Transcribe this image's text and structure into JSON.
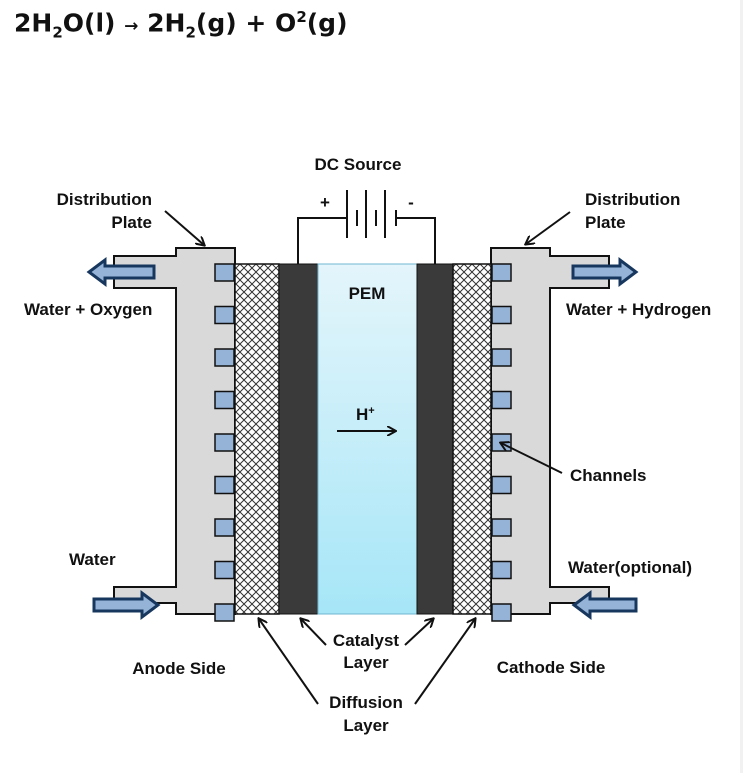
{
  "equation": {
    "reactant_coef": "2H",
    "reactant_sub": "2",
    "reactant_rest": "O(l)",
    "arrow": "→",
    "product1_coef": "2H",
    "product1_sub": "2",
    "product1_rest": "(g)",
    "plus": "+",
    "product2_base": "O",
    "product2_sup": "2",
    "product2_rest": "(g)"
  },
  "labels": {
    "dc_source": "DC Source",
    "plus_terminal": "+",
    "minus_terminal": "-",
    "distribution_plate_left_line1": "Distribution",
    "distribution_plate_left_line2": "Plate",
    "distribution_plate_right_line1": "Distribution",
    "distribution_plate_right_line2": "Plate",
    "water_oxygen": "Water + Oxygen",
    "water_hydrogen": "Water + Hydrogen",
    "pem": "PEM",
    "proton": "H",
    "proton_sup": "+",
    "channels": "Channels",
    "water_in": "Water",
    "water_optional": "Water(optional)",
    "anode_side": "Anode Side",
    "cathode_side": "Cathode Side",
    "catalyst_layer_line1": "Catalyst",
    "catalyst_layer_line2": "Layer",
    "diffusion_layer_line1": "Diffusion",
    "diffusion_layer_line2": "Layer"
  },
  "colors": {
    "plate": "#d9d9d9",
    "channel": "#95b3d7",
    "catalyst": "#3a3a3a",
    "pem_top": "#e4f5fb",
    "pem_bottom": "#a6e6f7",
    "arrow_fill": "#95b3d7",
    "arrow_stroke": "#17375e"
  },
  "channels_per_side": 9
}
